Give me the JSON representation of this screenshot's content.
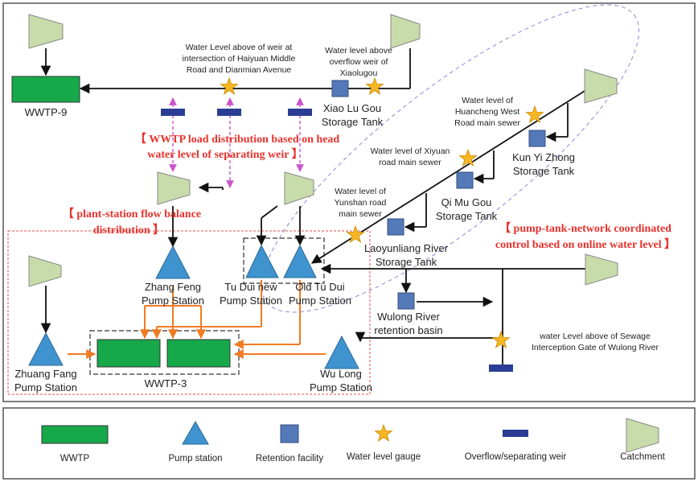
{
  "colors": {
    "wwtp": "#17a84a",
    "pump": "#3f93cf",
    "retention": "#5479b8",
    "gauge": "#f7b723",
    "weir": "#2a3c93",
    "catchment": "#c7dcaa",
    "orange_flow": "#f07b22",
    "purple_link": "#cc55cc",
    "red_text": "#e8322d",
    "ellipse": "#8a8ad6"
  },
  "nodes": {
    "wwtp9": "WWTP-9",
    "wwtp3": "WWTP-3",
    "xiao_lu_gou": [
      "Xiao Lu Gou",
      "Storage Tank"
    ],
    "kun_yi_zhong": [
      "Kun Yi Zhong",
      "Storage Tank"
    ],
    "qi_mu_gou": [
      "Qi Mu Gou",
      "Storage Tank"
    ],
    "laoyunliang": [
      "Laoyunliang River",
      "Storage Tank"
    ],
    "wulong_basin": [
      "Wulong River",
      "retention basin"
    ],
    "zhang_feng": [
      "Zhang Feng",
      "Pump Station"
    ],
    "tu_dui_new": [
      "Tu Dui new",
      "Pump Station"
    ],
    "old_tu_dui": [
      "Old Tu Dui",
      "Pump Station"
    ],
    "zhuang_fang": [
      "Zhuang Fang",
      "Pump Station"
    ],
    "wu_long": [
      "Wu Long",
      "Pump Station"
    ]
  },
  "gauges": {
    "haiyuan": [
      "Water Level above of weir at",
      "intersection of Haiyuan Middle",
      "Road and Dianmian Avenue"
    ],
    "xiaolugou": [
      "Water level above",
      "overflow weir of",
      "Xiaolugou"
    ],
    "huancheng": [
      "Water level of",
      "Huancheng West",
      "Road main sewer"
    ],
    "xiyuan": [
      "Water level of Xiyuan",
      "road main sewer"
    ],
    "yunshan": [
      "Water level of",
      "Yunshan road",
      "main sewer"
    ],
    "wulong_gate": [
      "water Level above of Sewage",
      "Interception Gate of Wulong River"
    ]
  },
  "annotations": {
    "wwtp_load": [
      "【 WWTP load distribution based on head",
      "water level of separating weir 】"
    ],
    "plant_station": [
      "【 plant-station flow balance",
      "distribution 】"
    ],
    "pump_tank": [
      "【 pump-tank-network coordinated",
      "control based on online water level 】"
    ]
  },
  "legend": {
    "wwtp": "WWTP",
    "pump": "Pump station",
    "retention": "Retention facility",
    "gauge": "Water level gauge",
    "weir": "Overflow/separating weir",
    "catchment": "Catchment"
  }
}
